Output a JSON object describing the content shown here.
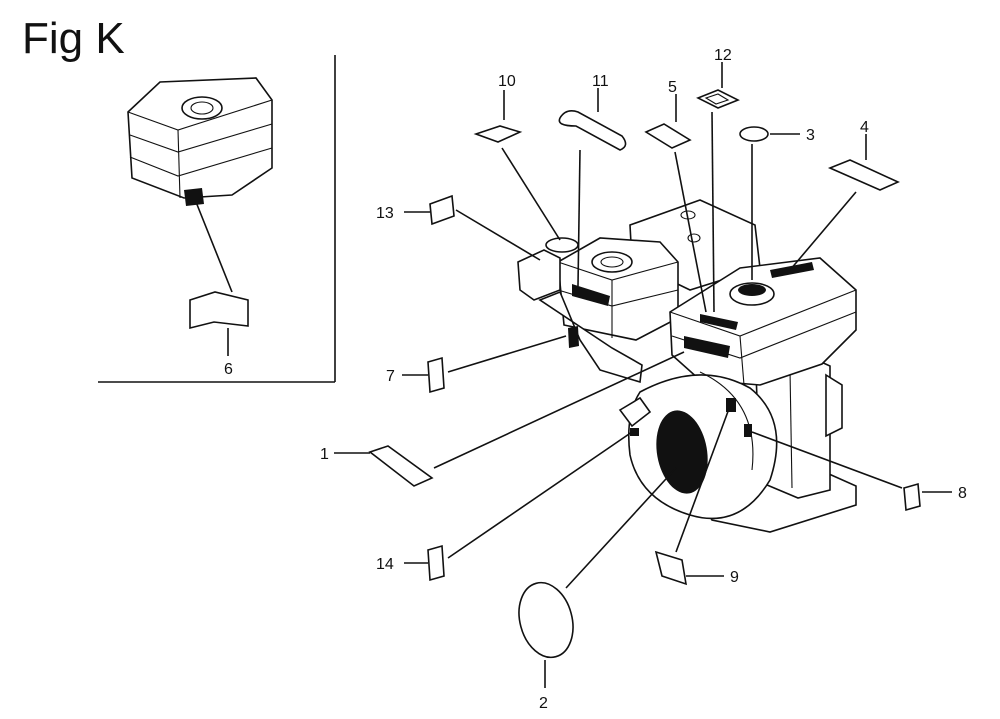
{
  "figure": {
    "title": "Fig K"
  },
  "callouts": [
    {
      "id": "1",
      "label": "1"
    },
    {
      "id": "2",
      "label": "2"
    },
    {
      "id": "3",
      "label": "3"
    },
    {
      "id": "4",
      "label": "4"
    },
    {
      "id": "5",
      "label": "5"
    },
    {
      "id": "6",
      "label": "6"
    },
    {
      "id": "7",
      "label": "7"
    },
    {
      "id": "8",
      "label": "8"
    },
    {
      "id": "9",
      "label": "9"
    },
    {
      "id": "10",
      "label": "10"
    },
    {
      "id": "11",
      "label": "11"
    },
    {
      "id": "12",
      "label": "12"
    },
    {
      "id": "13",
      "label": "13"
    },
    {
      "id": "14",
      "label": "14"
    }
  ]
}
